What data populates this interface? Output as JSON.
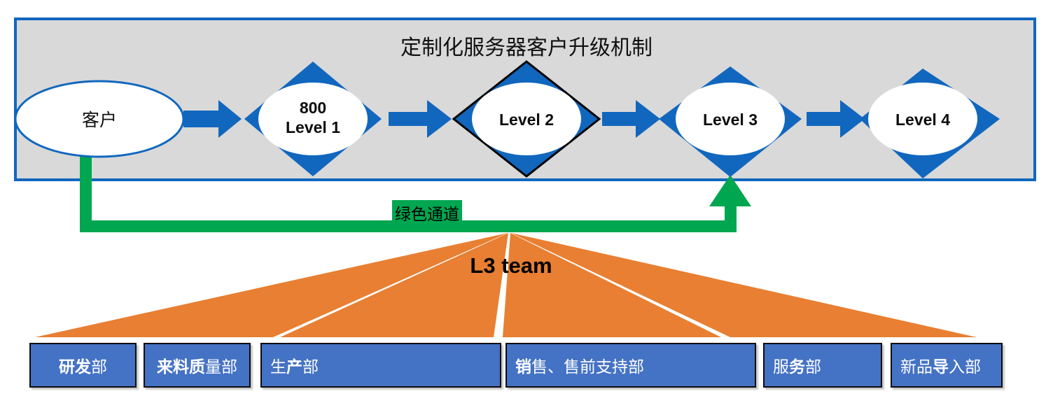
{
  "diagram": {
    "title": "定制化服务器客户升级机制",
    "type": "escalation-flow-diagram"
  },
  "colors": {
    "panel_fill": "#D9D9D9",
    "panel_border": "#1167BE",
    "node_blue": "#1167BE",
    "node_outline_black": "#000000",
    "green": "#00A650",
    "green_highlight": "#00A650",
    "orange": "#E87F32",
    "dept_blue": "#4472C4",
    "dept_border": "#0D0D0D",
    "text_dark": "#000000",
    "text_light": "#FFFFFF"
  },
  "flow": {
    "start_node": {
      "name": "customer-ellipse",
      "label": "客户",
      "shape": "ellipse"
    },
    "stages": [
      {
        "name": "level-1",
        "label_line1": "800",
        "label_line2": "Level 1",
        "shape": "diamond",
        "outlined": false
      },
      {
        "name": "level-2",
        "label_line1": "Level 2",
        "label_line2": "",
        "shape": "diamond",
        "outlined": true
      },
      {
        "name": "level-3",
        "label_line1": "Level 3",
        "label_line2": "",
        "shape": "diamond",
        "outlined": false
      },
      {
        "name": "level-4",
        "label_line1": "Level 4",
        "label_line2": "",
        "shape": "diamond",
        "outlined": false
      }
    ],
    "arrows": [
      {
        "name": "arrow-customer-to-level-1",
        "from": "customer",
        "to": "level-1"
      },
      {
        "name": "arrow-level-1-to-level-2",
        "from": "level-1",
        "to": "level-2"
      },
      {
        "name": "arrow-level-2-to-level-3",
        "from": "level-2",
        "to": "level-3"
      },
      {
        "name": "arrow-level-3-to-level-4",
        "from": "level-3",
        "to": "level-4"
      }
    ]
  },
  "green_channel": {
    "label": "绿色通道",
    "from": "customer",
    "to": "level-3"
  },
  "team": {
    "label": "L3 team",
    "fan_shape": "orange-fan"
  },
  "departments": [
    {
      "name": "dept-rd",
      "bold": "研发",
      "regular": "部",
      "align": "center"
    },
    {
      "name": "dept-iqc",
      "bold": "来料质",
      "regular": "量部",
      "align": "center"
    },
    {
      "name": "dept-production",
      "bold": "生产",
      "regular": "部",
      "align": "left",
      "bold_prefix": "生",
      "note": "生产部"
    },
    {
      "name": "dept-sales",
      "bold": "销售",
      "regular": "、售前支持部",
      "align": "left"
    },
    {
      "name": "dept-service",
      "bold": "服务",
      "regular": "部",
      "align": "left"
    },
    {
      "name": "dept-npi",
      "bold": "新品导",
      "regular": "入部",
      "align": "left"
    }
  ],
  "department_labels": {
    "rd": "研发部",
    "iqc": "来料质量部",
    "production": "生产部",
    "sales": "销售、售前支持部",
    "service": "服务部",
    "npi": "新品导入部"
  }
}
